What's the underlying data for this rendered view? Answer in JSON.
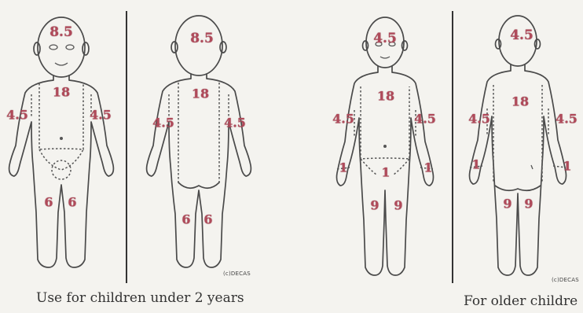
{
  "header": {
    "left_text": "",
    "right_text": ""
  },
  "figures": [
    {
      "id": "infant-front",
      "labels": {
        "head": "8.5",
        "trunk": "18",
        "left_arm": "4.5",
        "right_arm": "4.5",
        "groin": "",
        "left_leg": "6",
        "right_leg": "6"
      }
    },
    {
      "id": "infant-back",
      "labels": {
        "head": "8.5",
        "trunk": "18",
        "left_arm": "4.5",
        "right_arm": "4.5",
        "left_leg": "6",
        "right_leg": "6"
      }
    },
    {
      "id": "child-front",
      "labels": {
        "head": "4.5",
        "trunk": "18",
        "left_arm": "4.5",
        "right_arm": "4.5",
        "left_hand": "1",
        "right_hand": "1",
        "groin": "1",
        "left_leg": "9",
        "right_leg": "9"
      }
    },
    {
      "id": "child-back",
      "labels": {
        "head": "4.5",
        "trunk": "18",
        "left_arm": "4.5",
        "right_arm": "4.5",
        "left_hand": "1",
        "right_hand": "1",
        "left_leg": "9",
        "right_leg": "9"
      }
    }
  ],
  "credits": [
    "(c)DECAS",
    "(c)DECAS"
  ],
  "captions": {
    "infant": "Use for children under 2 years",
    "older": "For older childre"
  }
}
